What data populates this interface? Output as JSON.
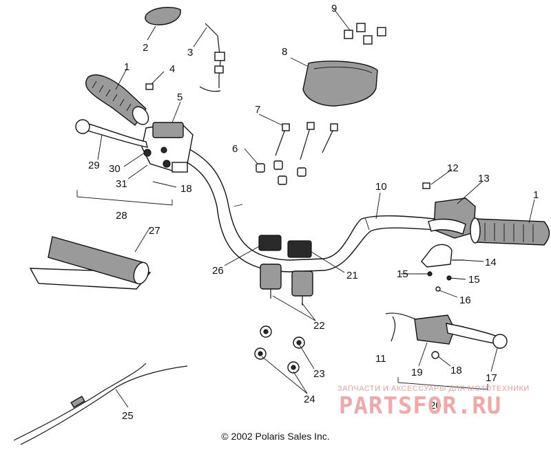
{
  "diagram": {
    "callouts": [
      "1",
      "2",
      "3",
      "4",
      "5",
      "6",
      "7",
      "8",
      "9",
      "10",
      "11",
      "12",
      "13",
      "1",
      "14",
      "15",
      "15",
      "16",
      "17",
      "18",
      "19",
      "20",
      "21",
      "22",
      "23",
      "24",
      "25",
      "26",
      "27",
      "28",
      "29",
      "30",
      "31",
      "18"
    ]
  },
  "copyright": "© 2002 Polaris Sales Inc.",
  "watermark": {
    "tagline": "ЗАПЧАСТИ И АКСЕССУАРЫ ДЛЯ МОТОТЕХНИКИ",
    "logo": "PARTSFOR.RU"
  }
}
